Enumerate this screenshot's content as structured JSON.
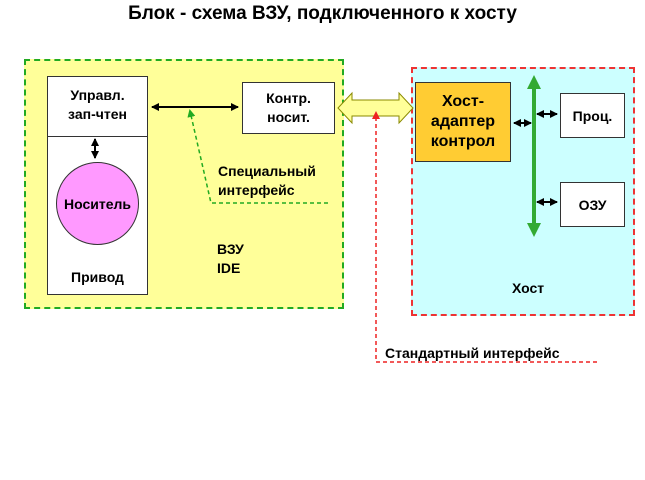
{
  "title": "Блок - схема ВЗУ, подключенного к хосту",
  "drive": {
    "controller_label": "Управл.\nзап-чтен",
    "media_label": "Носитель",
    "drive_label": "Привод"
  },
  "media_controller_label": "Контр.\nносит.",
  "special_interface_label": "Специальный\n интерфейс",
  "vzu_label": "ВЗУ\nIDE",
  "host_adapter_label": "Хост-\nадаптер\nконтрол",
  "cpu_label": "Проц.",
  "ram_label": "ОЗУ",
  "host_label": "Хост",
  "standard_interface_label": "Стандартный интерфейс",
  "colors": {
    "vzu_region_fill": "#ffff99",
    "vzu_region_border": "#22aa22",
    "host_region_fill": "#ccffff",
    "host_region_border": "#ee3333",
    "host_adapter_fill": "#ffcc33",
    "media_fill": "#ff99ff",
    "bus_arrow": "#33aa33",
    "interface_arrow": "#ffff99"
  }
}
